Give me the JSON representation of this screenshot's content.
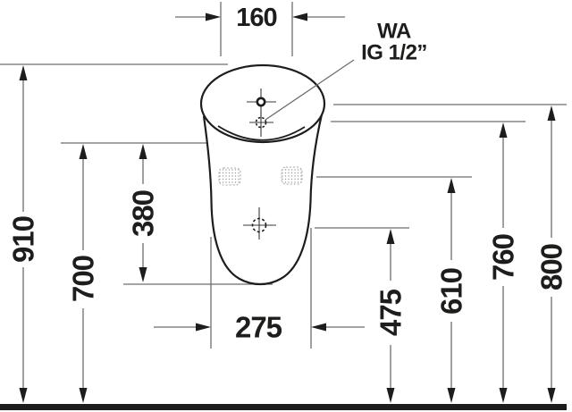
{
  "annotation": {
    "line1": "WA",
    "line2": "IG 1/2”"
  },
  "dims": {
    "top_width": "160",
    "overall_height": "910",
    "rim_height": "700",
    "rim_to_body_bottom": "380",
    "body_width": "275",
    "outlet_height": "475",
    "fixing_holes_height": "610",
    "connection_height": "760",
    "tap_hole_height": "800"
  },
  "colors": {
    "background": "#ffffff",
    "outline": "#1d1d1b",
    "dimension_line": "#6e6e6e",
    "text": "#1d1d1b"
  }
}
